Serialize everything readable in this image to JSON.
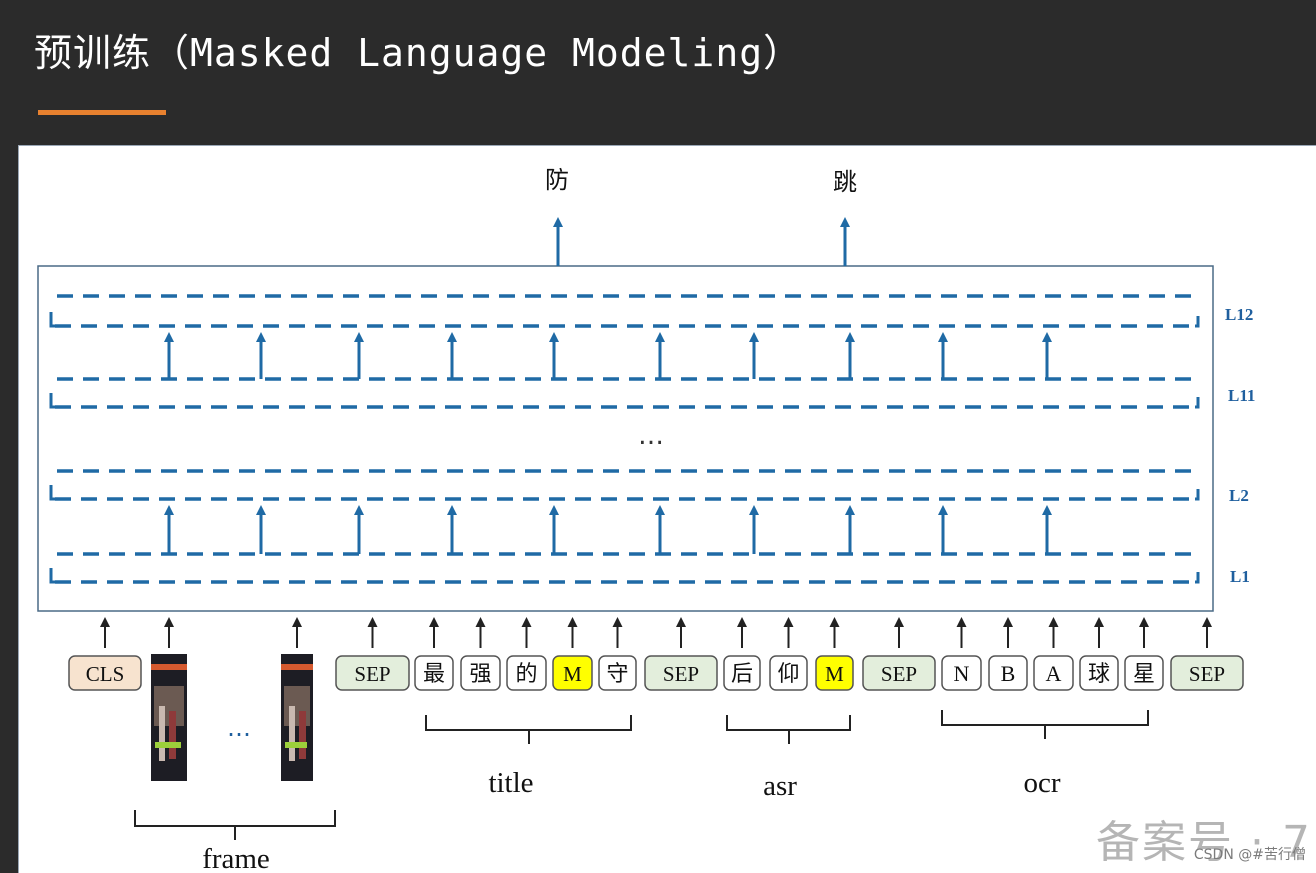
{
  "slide": {
    "title": "预训练（Masked Language Modeling）",
    "accent_color": "#e8812f"
  },
  "diagram": {
    "outputs": [
      {
        "text": "防"
      },
      {
        "text": "跳"
      }
    ],
    "layer_labels": [
      "L12",
      "L11",
      "L2",
      "L1"
    ],
    "ellipsis": "…",
    "tokens": [
      {
        "text": "CLS",
        "kind": "special-cls"
      },
      {
        "text": "",
        "kind": "image-frame"
      },
      {
        "text": "…",
        "kind": "ellipsis"
      },
      {
        "text": "",
        "kind": "image-frame"
      },
      {
        "text": "SEP",
        "kind": "special-sep"
      },
      {
        "text": "最",
        "kind": "char"
      },
      {
        "text": "强",
        "kind": "char"
      },
      {
        "text": "的",
        "kind": "char"
      },
      {
        "text": "M",
        "kind": "mask"
      },
      {
        "text": "守",
        "kind": "char"
      },
      {
        "text": "SEP",
        "kind": "special-sep"
      },
      {
        "text": "后",
        "kind": "char"
      },
      {
        "text": "仰",
        "kind": "char"
      },
      {
        "text": "M",
        "kind": "mask"
      },
      {
        "text": "SEP",
        "kind": "special-sep"
      },
      {
        "text": "N",
        "kind": "char"
      },
      {
        "text": "B",
        "kind": "char"
      },
      {
        "text": "A",
        "kind": "char"
      },
      {
        "text": "球",
        "kind": "char"
      },
      {
        "text": "星",
        "kind": "char"
      },
      {
        "text": "SEP",
        "kind": "special-sep"
      }
    ],
    "groups": [
      {
        "label": "frame"
      },
      {
        "label": "title"
      },
      {
        "label": "asr"
      },
      {
        "label": "ocr"
      }
    ],
    "colors": {
      "layer_dash": "#1f6aa5",
      "arrow_blue": "#1f6aa5",
      "cls_fill": "#f7e3cf",
      "sep_fill": "#e3eedc",
      "mask_fill": "#ffff00",
      "layer_label": "#1f5f9e"
    }
  },
  "watermark": {
    "big": "备案号 · 7",
    "small": "CSDN @#苦行僧"
  }
}
